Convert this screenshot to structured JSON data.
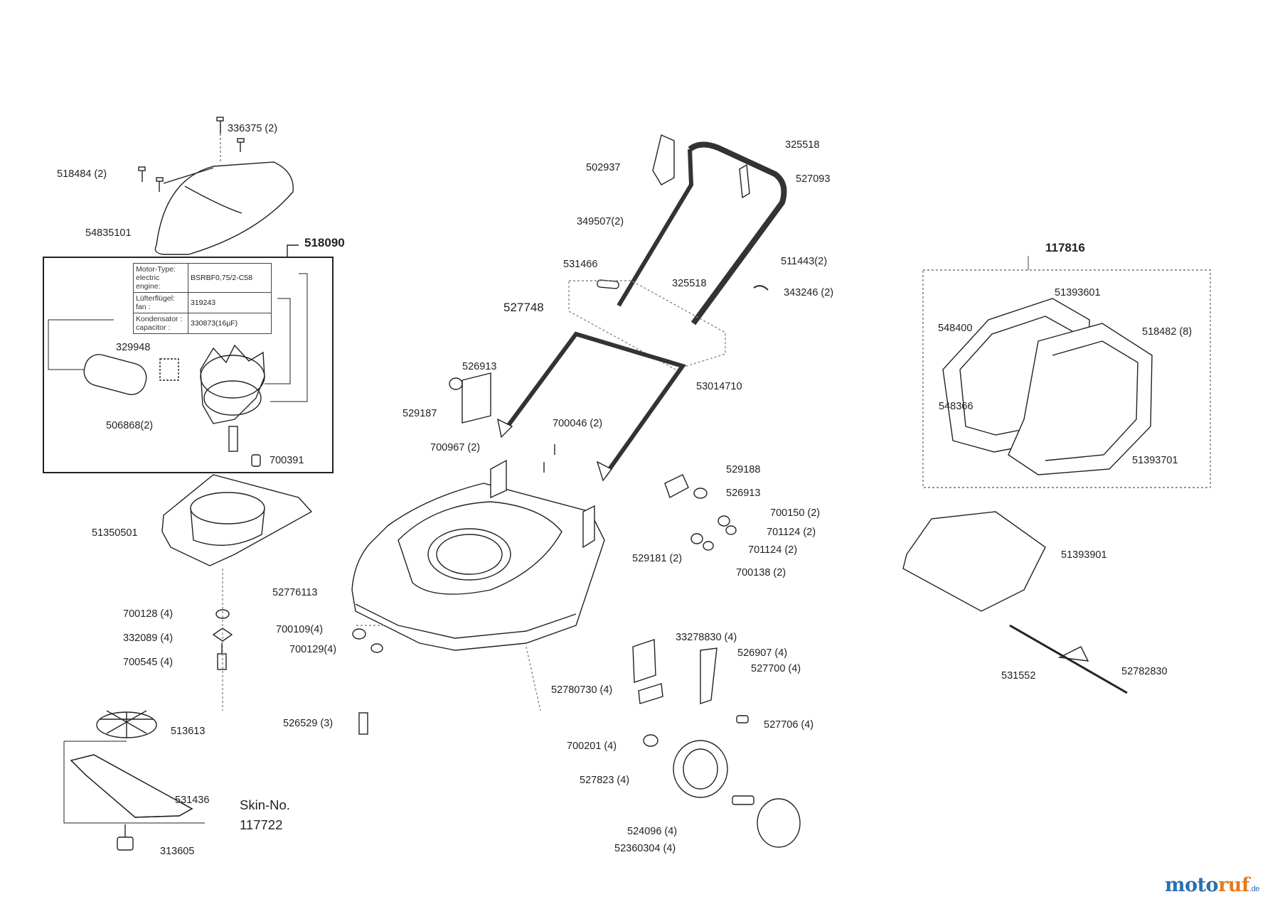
{
  "assemblies": {
    "motor": "518090",
    "grass_bag": "117816"
  },
  "motor_table": [
    {
      "key": "Motor-Type: electric engine:",
      "value": "BSRBF0,75/2-C58"
    },
    {
      "key": "Lüfterflügel: fan :",
      "value": "319243"
    },
    {
      "key": "Kondensator : capacitor :",
      "value": "330873(16µF)"
    }
  ],
  "skin": {
    "label": "Skin-No.",
    "number": "117722"
  },
  "labels": {
    "p336375": "336375 (2)",
    "p518484": "518484 (2)",
    "p54835101": "54835101",
    "p329948": "329948",
    "p506868": "506868(2)",
    "p700391": "700391",
    "p51350501": "51350501",
    "p700128": "700128 (4)",
    "p332089": "332089 (4)",
    "p700545": "700545 (4)",
    "p513613": "513613",
    "p531436": "531436",
    "p313605": "313605",
    "p502937": "502937",
    "p325518_top": "325518",
    "p527093": "527093",
    "p349507": "349507(2)",
    "p531466": "531466",
    "p325518_mid": "325518",
    "p511443": "511443(2)",
    "p343246": "343246 (2)",
    "p527748": "527748",
    "p526913_left": "526913",
    "p53014710": "53014710",
    "p529187": "529187",
    "p700046": "700046 (2)",
    "p700967": "700967 (2)",
    "p529188": "529188",
    "p526913_right": "526913",
    "p700150": "700150 (2)",
    "p701124_a": "701124 (2)",
    "p701124_b": "701124 (2)",
    "p529181": "529181 (2)",
    "p700138": "700138 (2)",
    "p52776113": "52776113",
    "p700109": "700109(4)",
    "p700129": "700129(4)",
    "p33278830": "33278830 (4)",
    "p526907": "526907 (4)",
    "p527700": "527700 (4)",
    "p52780730": "52780730 (4)",
    "p526529": "526529 (3)",
    "p527706": "527706 (4)",
    "p700201": "700201 (4)",
    "p527823": "527823 (4)",
    "p524096": "524096 (4)",
    "p52360304": "52360304 (4)",
    "p51393601": "51393601",
    "p548400": "548400",
    "p518482": "518482 (8)",
    "p548366": "548366",
    "p51393701": "51393701",
    "p51393901": "51393901",
    "p531552": "531552",
    "p52782830": "52782830"
  },
  "logo": {
    "text": "motoruf.de",
    "colors": {
      "primary": "#2a6fb0",
      "accent": "#e37a1f"
    }
  }
}
